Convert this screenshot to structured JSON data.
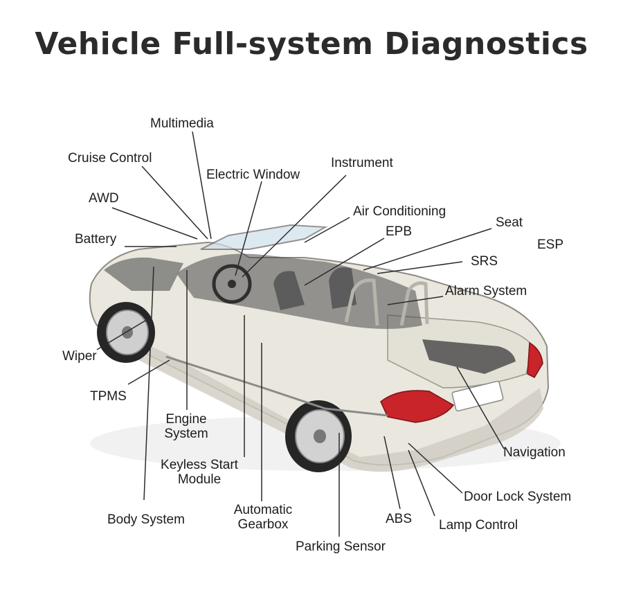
{
  "title": "Vehicle Full-system Diagnostics",
  "labels": {
    "multimedia": "Multimedia",
    "cruise_control": "Cruise Control",
    "electric_window": "Electric Window",
    "instrument": "Instrument",
    "awd": "AWD",
    "air_conditioning": "Air Conditioning",
    "epb": "EPB",
    "seat": "Seat",
    "battery": "Battery",
    "esp": "ESP",
    "srs": "SRS",
    "alarm_system": "Alarm System",
    "wiper": "Wiper",
    "tpms": "TPMS",
    "engine_system": [
      "Engine",
      "System"
    ],
    "keyless_start_module": [
      "Keyless Start",
      "Module"
    ],
    "navigation": "Navigation",
    "door_lock_system": "Door Lock System",
    "automatic_gearbox": [
      "Automatic",
      "Gearbox"
    ],
    "body_system": "Body System",
    "abs": "ABS",
    "lamp_control": "Lamp Control",
    "parking_sensor": "Parking Sensor"
  },
  "colors": {
    "title": "#2b2b2b",
    "leader_line": "#2a2a2a",
    "car_body": "#e9e6dc",
    "tail_light": "#c8242a"
  }
}
